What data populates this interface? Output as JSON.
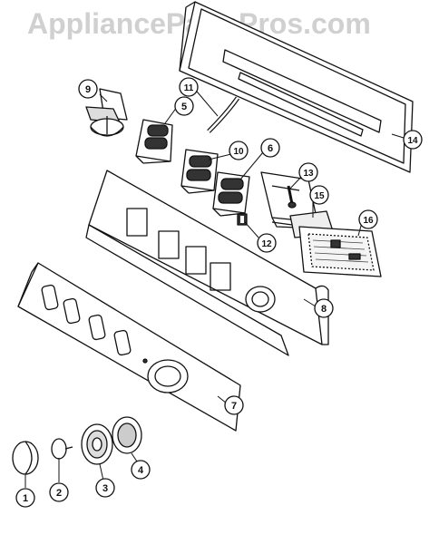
{
  "watermark": "AppliancePartsPros.com",
  "colors": {
    "line": "#111111",
    "shade": "#555555",
    "watermark": "#d0d0d0"
  },
  "callouts": [
    "1",
    "2",
    "3",
    "4",
    "5",
    "6",
    "7",
    "8",
    "9",
    "10",
    "11",
    "12",
    "13",
    "14",
    "15",
    "16"
  ]
}
